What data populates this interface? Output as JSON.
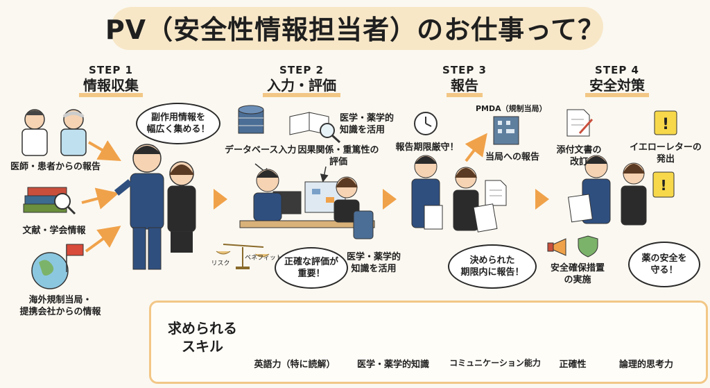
{
  "title": "PV（安全性情報担当者）のお仕事って？",
  "steps": [
    {
      "label": "STEP 1",
      "name": "情報収集"
    },
    {
      "label": "STEP 2",
      "name": "入力・評価"
    },
    {
      "label": "STEP 3",
      "name": "報告"
    },
    {
      "label": "STEP 4",
      "name": "安全対策"
    }
  ],
  "step1": {
    "sources": [
      "医師・患者からの報告",
      "文献・学会情報",
      "海外規制当局・提携会社からの情報"
    ],
    "source3_line1": "海外規制当局・",
    "source3_line2": "提携会社からの情報",
    "bubble_line1": "副作用情報を",
    "bubble_line2": "幅広く集める！"
  },
  "step2": {
    "database": "データベース入力",
    "knowledge_top_line1": "医学・薬学的",
    "knowledge_top_line2": "知識を活用",
    "causality_line1": "因果関係・重篤性の",
    "causality_line2": "評価",
    "scale_left": "リスク",
    "scale_right": "ベネフィット",
    "bubble_line1": "正確な評価が",
    "bubble_line2": "重要！",
    "knowledge_bottom_line1": "医学・薬学的",
    "knowledge_bottom_line2": "知識を活用"
  },
  "step3": {
    "deadline": "報告期限厳守！",
    "authority": "PMDA（規制当局）",
    "report_to": "当局への報告",
    "bubble_line1": "決められた",
    "bubble_line2": "期限内に報告！"
  },
  "step4": {
    "revision_line1": "添付文書の",
    "revision_line2": "改訂",
    "yellow_line1": "イエローレターの",
    "yellow_line2": "発出",
    "measures_line1": "安全確保措置",
    "measures_line2": "の実施",
    "bubble_line1": "薬の安全を",
    "bubble_line2": "守る！"
  },
  "skills": {
    "title_line1": "求められる",
    "title_line2": "スキル",
    "items": [
      "英語力（特に読解）",
      "医学・薬学的知識",
      "コミュニケーション能力",
      "正確性",
      "論理的思考力"
    ]
  },
  "colors": {
    "accent": "#f0a24a",
    "highlight": "#f2c786",
    "suit": "#2f4f7f",
    "background": "#fbf8f1"
  }
}
